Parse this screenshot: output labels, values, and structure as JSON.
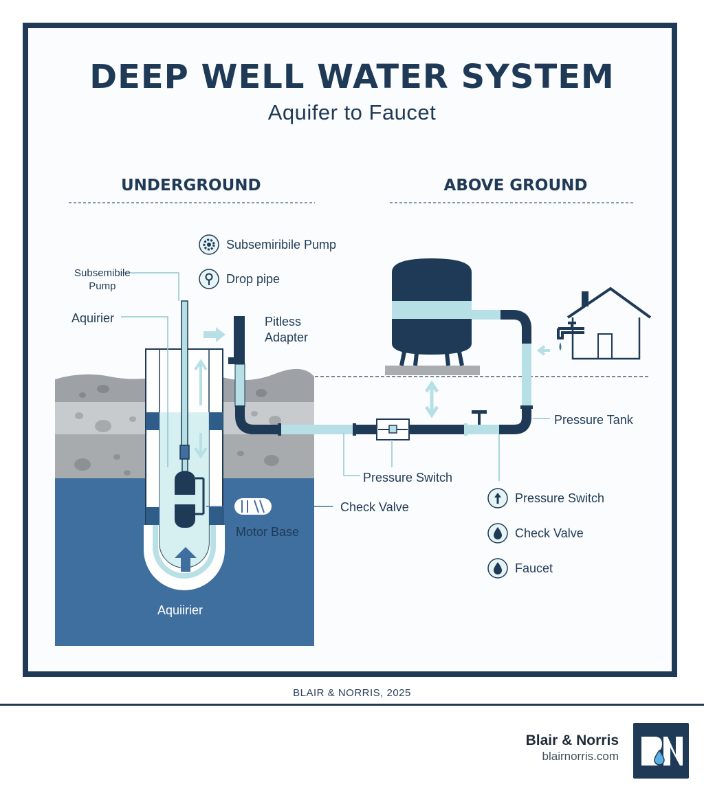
{
  "title": "DEEP WELL WATER SYSTEM",
  "subtitle": "Aquifer to Faucet",
  "sections": {
    "underground": "UNDERGROUND",
    "above_ground": "ABOVE GROUND"
  },
  "labels": {
    "subsemibile_pump": "Subsemibile\nPump",
    "aquirier_top": "Aquirier",
    "pitless_adapter": "Pitless\nAdapter",
    "check_valve": "Check Valve",
    "motor_base": "Motor Base",
    "aquirier_bottom": "Aquiirier",
    "pressure_switch": "Pressure Switch",
    "pressure_tank": "Pressure Tank"
  },
  "legend_top": [
    {
      "icon": "gear-icon",
      "label": "Subsemiribile Pump"
    },
    {
      "icon": "pin-icon",
      "label": "Drop pipe"
    }
  ],
  "legend_right": [
    {
      "icon": "up-arrow-icon",
      "label": "Pressure Switch"
    },
    {
      "icon": "drop-icon",
      "label": "Check Valve"
    },
    {
      "icon": "drop-icon",
      "label": "Faucet"
    }
  ],
  "credit": "BLAIR & NORRIS, 2025",
  "brand": {
    "name": "Blair & Norris",
    "url": "blairnorris.com",
    "logo_text": "BN"
  },
  "colors": {
    "navy": "#1e3a56",
    "water": "#3d70a0",
    "light_pipe": "#b7e0e6",
    "soil": "#bfc2c4"
  }
}
